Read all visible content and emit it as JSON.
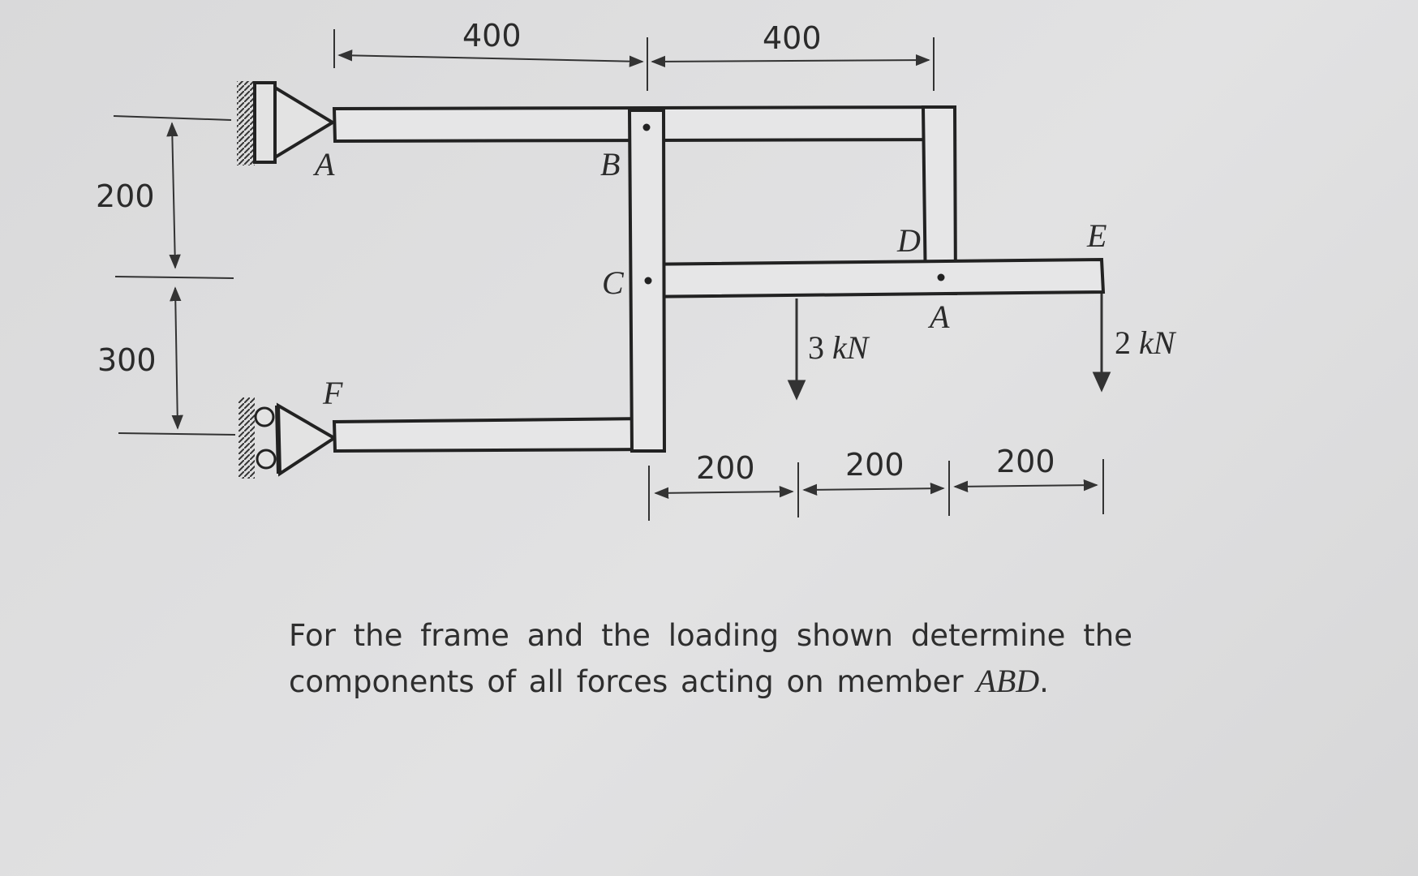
{
  "figure": {
    "dimensions": {
      "top_span_1": "400",
      "top_span_2": "400",
      "left_span_1": "200",
      "left_span_2": "300",
      "bottom_span_1": "200",
      "bottom_span_2": "200",
      "bottom_span_3": "200"
    },
    "labels": {
      "A_top": "A",
      "B": "B",
      "C": "C",
      "D": "D",
      "E": "E",
      "A_lower": "A",
      "F": "F"
    },
    "loads": {
      "load_1_value": "3 ",
      "load_1_unit": "kN",
      "load_2_value": "2 ",
      "load_2_unit": "kN"
    }
  },
  "problem": {
    "text": "For the frame and the loading shown determine the components of all forces acting on member ",
    "member": "ABD",
    "end": "."
  }
}
